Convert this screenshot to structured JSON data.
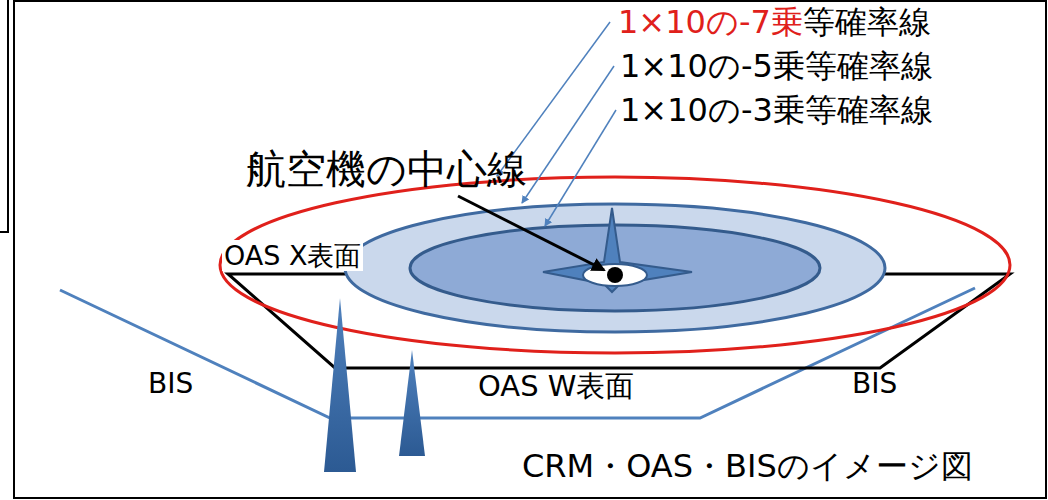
{
  "diagram": {
    "labels": [
      "1×10の-7乗",
      "等確率線",
      "1×10の-5乗等確率線",
      "1×10の-3乗等確率線",
      "航空機の中心線",
      "OAS X表面",
      "BIS",
      "OAS W表面",
      "BIS",
      "CRM・OAS・BISのイメージ図"
    ]
  }
}
